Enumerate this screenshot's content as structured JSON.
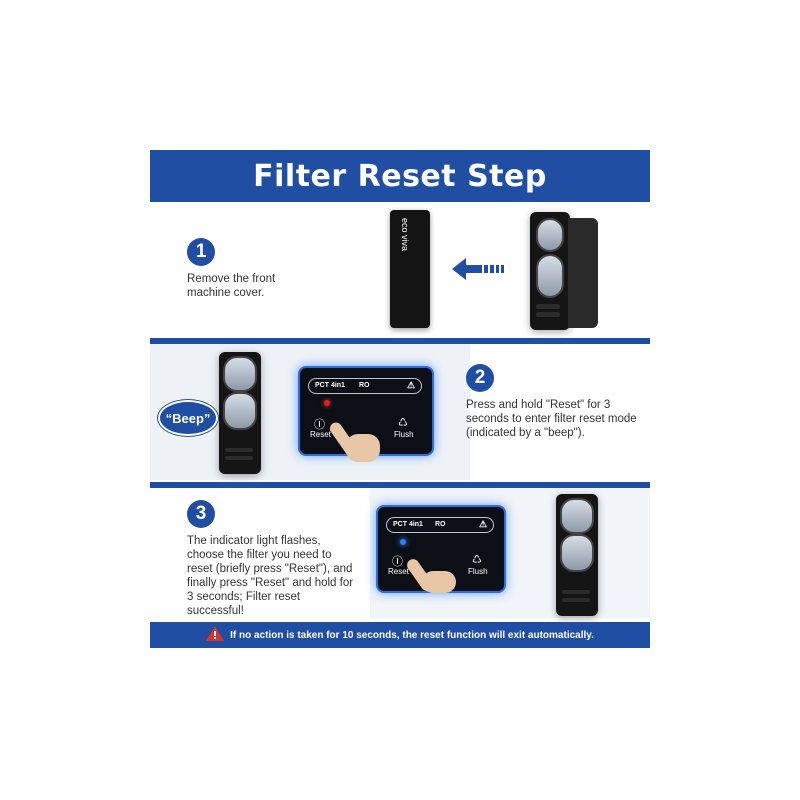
{
  "title": "Filter Reset Step",
  "step1": {
    "number": "1",
    "text": "Remove the front machine cover.",
    "brand": "eco viva"
  },
  "step2": {
    "number": "2",
    "text": "Press and hold \"Reset\" for 3 seconds to enter filter reset mode (indicated by a \"beep\").",
    "bubble": "“Beep”",
    "panel": {
      "label1": "PCT 4in1",
      "label2": "RO",
      "reset": "Reset",
      "flush": "Flush",
      "indicator_color": "#e02020"
    }
  },
  "step3": {
    "number": "3",
    "text": "The indicator light flashes, choose the filter you need to reset (briefly press \"Reset\"), and finally press \"Reset\" and hold for 3 seconds; Filter reset successful!",
    "panel": {
      "label1": "PCT 4in1",
      "label2": "RO",
      "reset": "Reset",
      "flush": "Flush",
      "indicator_color": "#2a7cff"
    }
  },
  "footer": {
    "warning_icon": "warning-triangle-icon",
    "text": "If no action is taken for 10 seconds, the reset function will exit automatically."
  },
  "colors": {
    "brand_blue": "#1f4ea3",
    "warning_red": "#d9342b"
  }
}
